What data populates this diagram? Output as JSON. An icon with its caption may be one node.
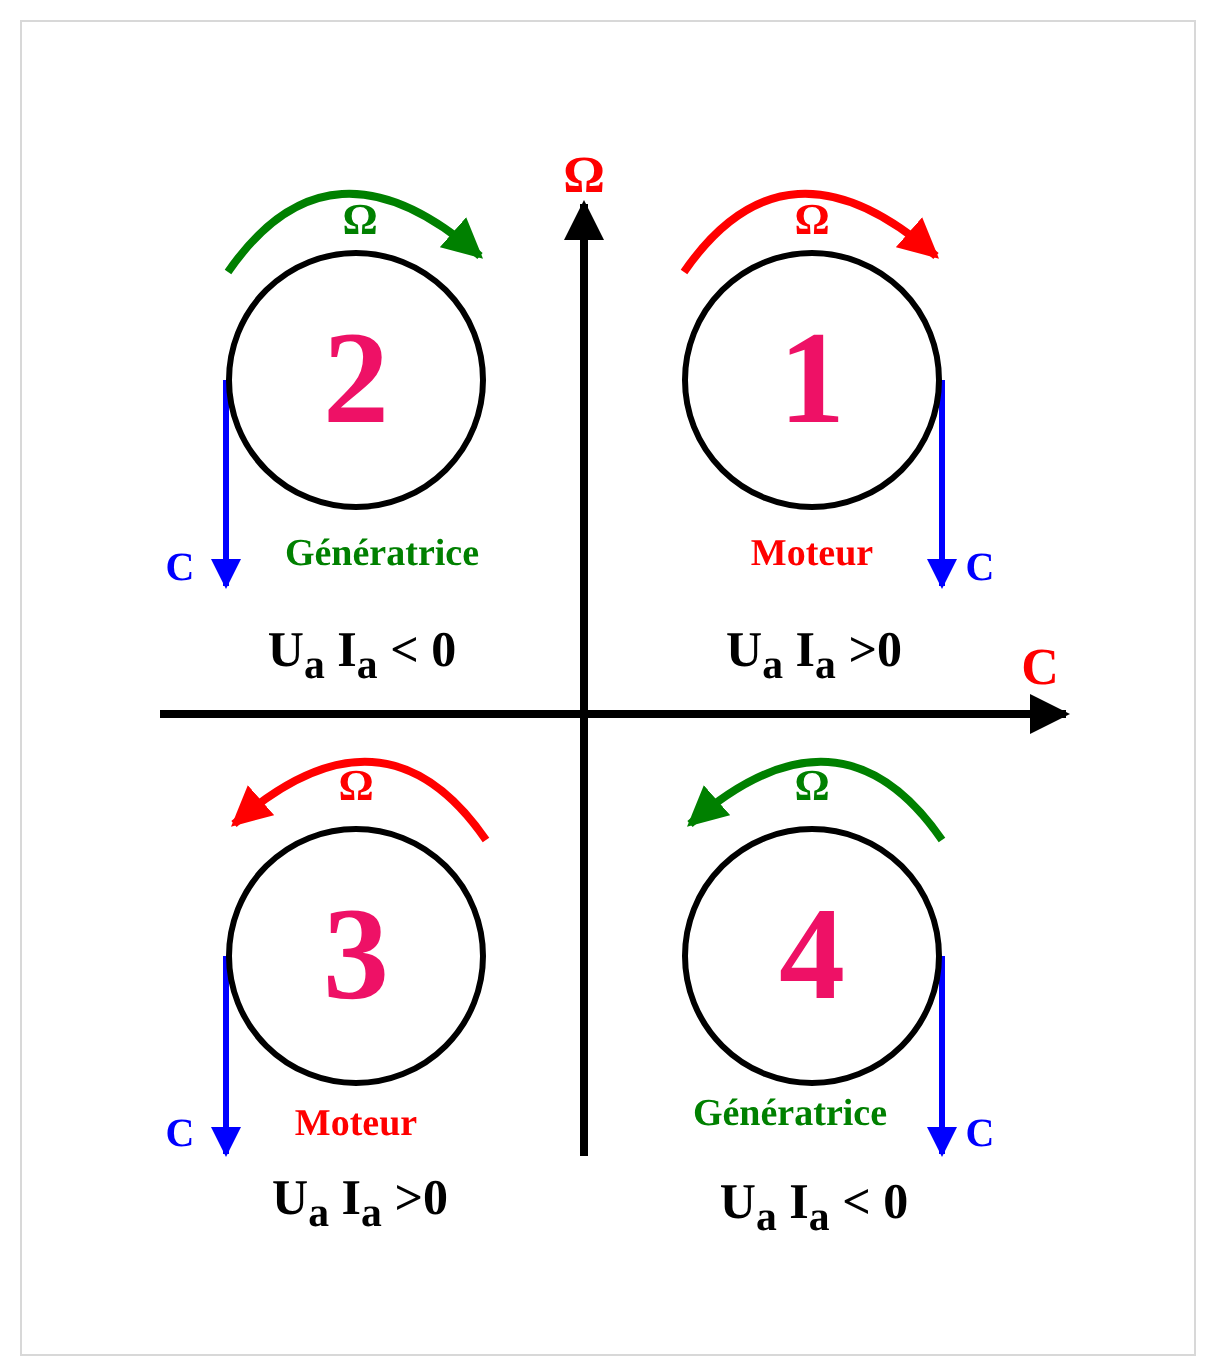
{
  "diagram": {
    "nodes": [
      {
        "text": [
          "2"
        ]
      },
      {
        "text": [
          "1"
        ]
      },
      {
        "text": [
          "3"
        ]
      },
      {
        "text": [
          "4"
        ]
      }
    ],
    "labels": [
      "Ω",
      "Ω",
      "Ω",
      "C",
      "Génératrice",
      "Moteur",
      "C",
      "U$_{a}$ I$_{a}$ < 0",
      "U$_{a}$ I$_{a}$ >0",
      "C",
      "Ω",
      "Ω",
      "C",
      "Moteur",
      "Génératrice",
      "C",
      "U$_{a}$ I$_{a}$ >0",
      "U$_{a}$ I$_{a}$ < 0"
    ]
  }
}
